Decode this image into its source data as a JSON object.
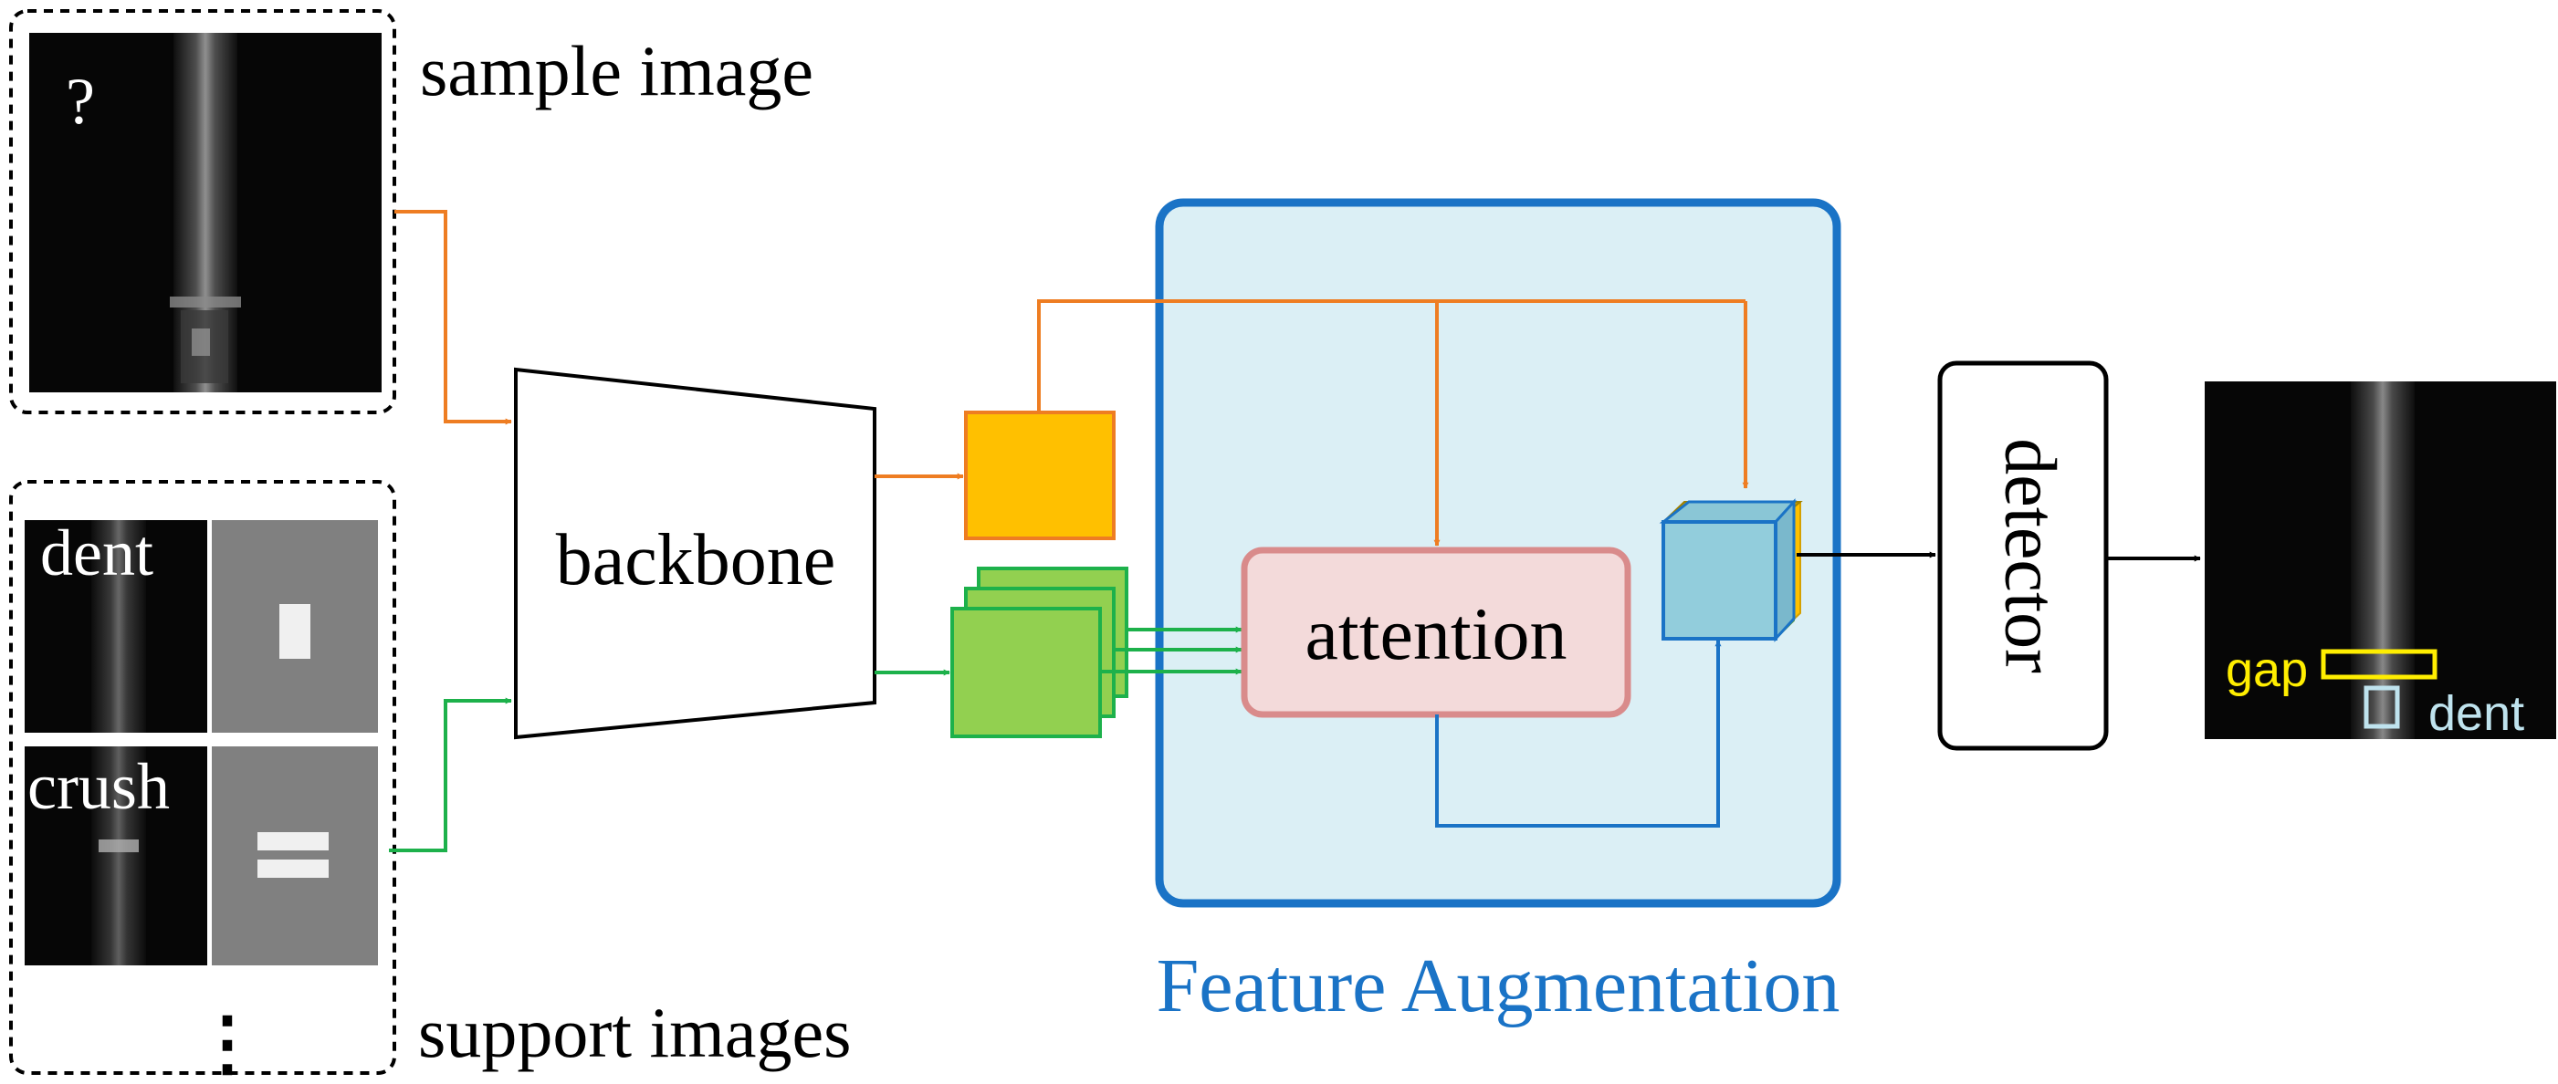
{
  "labels": {
    "sample_image": "sample image",
    "support_images": "support images",
    "question_mark": "?",
    "dent_support": "dent",
    "crush_support": "crush",
    "ellipsis": "⋮",
    "backbone": "backbone",
    "attention": "attention",
    "feature_augmentation": "Feature Augmentation",
    "detector": "detector",
    "output_gap": "gap",
    "output_dent": "dent"
  },
  "colors": {
    "orange_arrow": "#ee7d22",
    "green_arrow": "#1db14b",
    "blue_arrow": "#1a73c6",
    "feature_aug_border": "#1a73c6",
    "feature_aug_fill": "#dbeff5",
    "attention_border": "#d98b8b",
    "attention_fill": "#f3dada",
    "yellow_box": "#ffc000",
    "green_box": "#92d050",
    "cube_blue": "#92cddc",
    "gap_label": "#ffee00",
    "dent_label": "#bfe3ee"
  }
}
